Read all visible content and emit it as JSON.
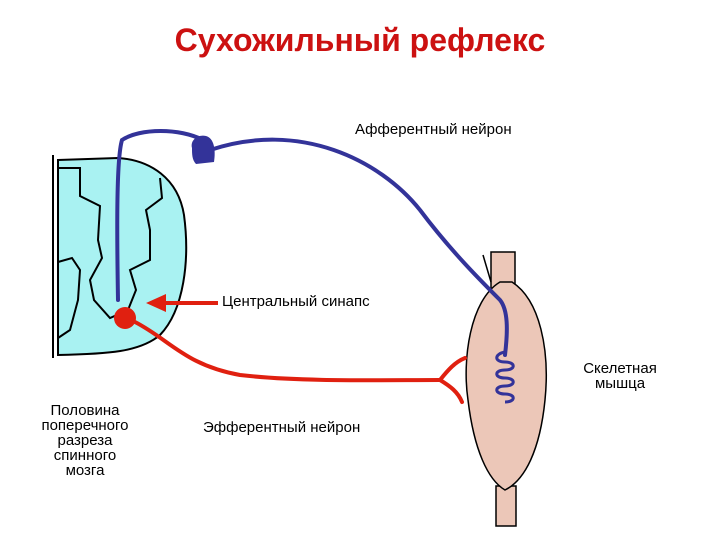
{
  "title": "Сухожильный рефлекс",
  "labels": {
    "afferent": "Афферентный нейрон",
    "synapse": "Центральный синапс",
    "muscle_line1": "Скелетная",
    "muscle_line2": "мышца",
    "cord_line1": "Половина",
    "cord_line2": "поперечного",
    "cord_line3": "разреза",
    "cord_line4": "спинного",
    "cord_line5": "мозга",
    "efferent": "Эфферентный нейрон"
  },
  "colors": {
    "title": "#cc1111",
    "afferent": "#333399",
    "efferent": "#e02010",
    "spinal_cord": "#a9f2f2",
    "muscle": "#ecc7b8",
    "arrow": "#e02010"
  }
}
